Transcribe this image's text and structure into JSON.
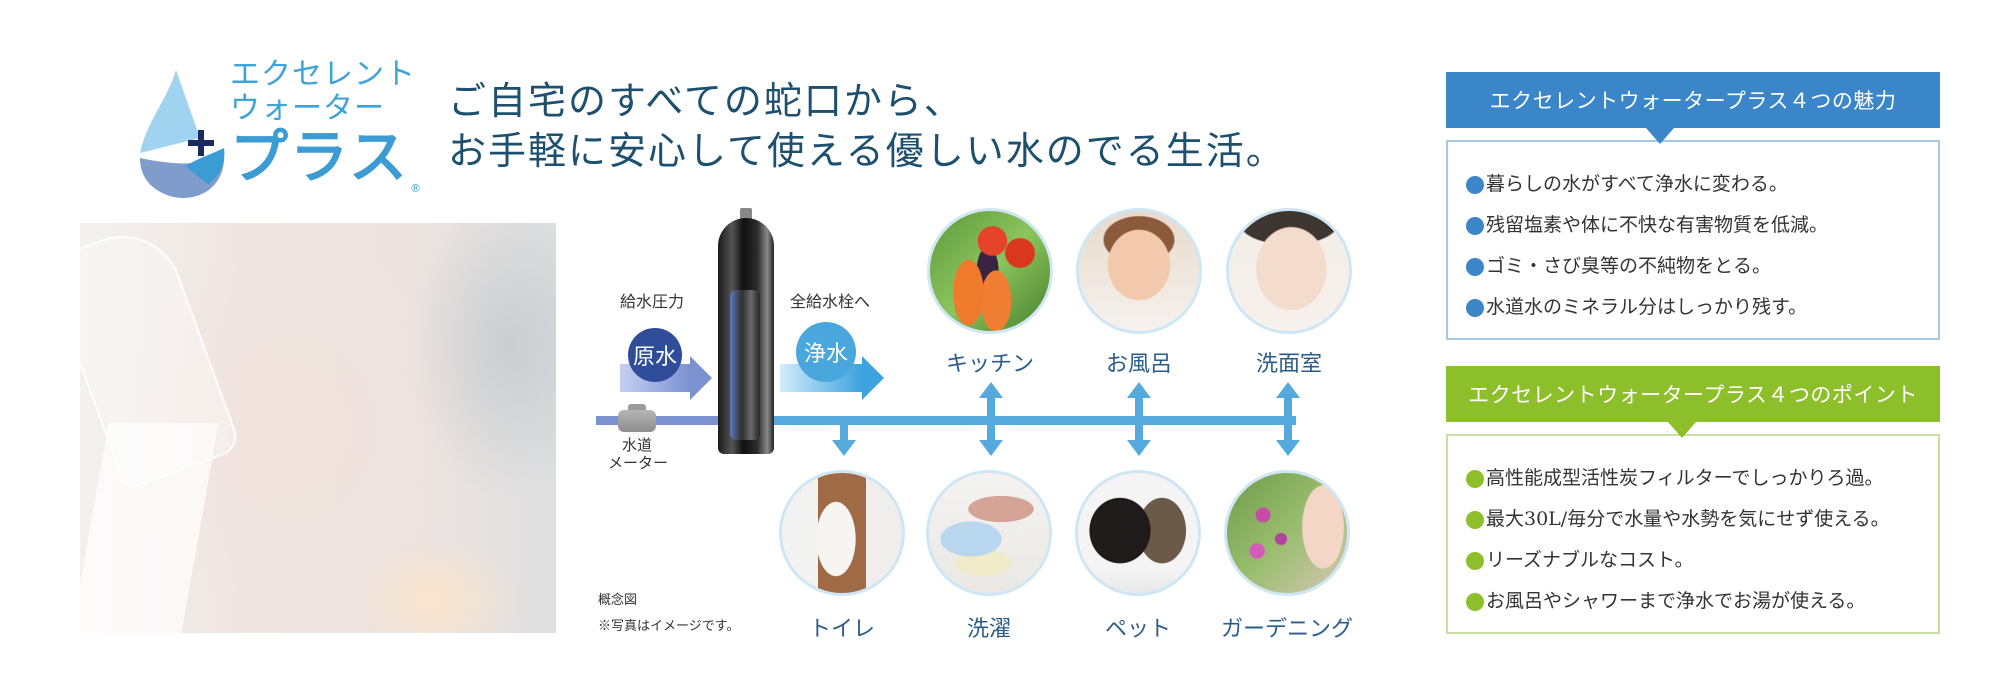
{
  "logo": {
    "line1": "エクセレント",
    "line2": "ウォーター",
    "line3": "プラス",
    "registered": "®",
    "colors": {
      "drop_light": "#9fd3f0",
      "drop_mid": "#3b9bd3",
      "drop_dark": "#7f9ccd",
      "plus": "#1b2b5e",
      "text": "#3fa3d8"
    }
  },
  "headline": {
    "line1": "ご自宅のすべての蛇口から、",
    "line2": "お手軽に安心して使える優しい水のでる生活。",
    "color": "#1d4f6e"
  },
  "diagram": {
    "inlet_label": "給水圧力",
    "inlet_badge": "原水",
    "outlet_label": "全給水栓へ",
    "outlet_badge": "浄水",
    "meter_label_1": "水道",
    "meter_label_2": "メーター",
    "note_title": "概念図",
    "note_caption": "※写真はイメージです。",
    "pipe_color": "#55a9dc",
    "inlet_color": "#7b92d1",
    "rooms_top": [
      {
        "label": "キッチン",
        "photo": "kitchen"
      },
      {
        "label": "お風呂",
        "photo": "bath"
      },
      {
        "label": "洗面室",
        "photo": "wash"
      }
    ],
    "rooms_bottom": [
      {
        "label": "トイレ",
        "photo": "toilet"
      },
      {
        "label": "洗濯",
        "photo": "laundry"
      },
      {
        "label": "ペット",
        "photo": "pet"
      },
      {
        "label": "ガーデニング",
        "photo": "garden"
      }
    ]
  },
  "panels": {
    "charm": {
      "title": "エクセレントウォータープラス４つの魅力",
      "color": "#3a86c8",
      "border": "#a9c8e4",
      "items": [
        "暮らしの水がすべて浄水に変わる。",
        "残留塩素や体に不快な有害物質を低減。",
        "ゴミ・さび臭等の不純物をとる。",
        "水道水のミネラル分はしっかり残す。"
      ]
    },
    "points": {
      "title": "エクセレントウォータープラス４つのポイント",
      "color": "#8cbf2a",
      "border": "#c9e0a4",
      "items": [
        "高性能成型活性炭フィルターでしっかりろ過。",
        "最大30L/毎分で水量や水勢を気にせず使える。",
        "リーズナブルなコスト。",
        "お風呂やシャワーまで浄水でお湯が使える。"
      ]
    }
  }
}
